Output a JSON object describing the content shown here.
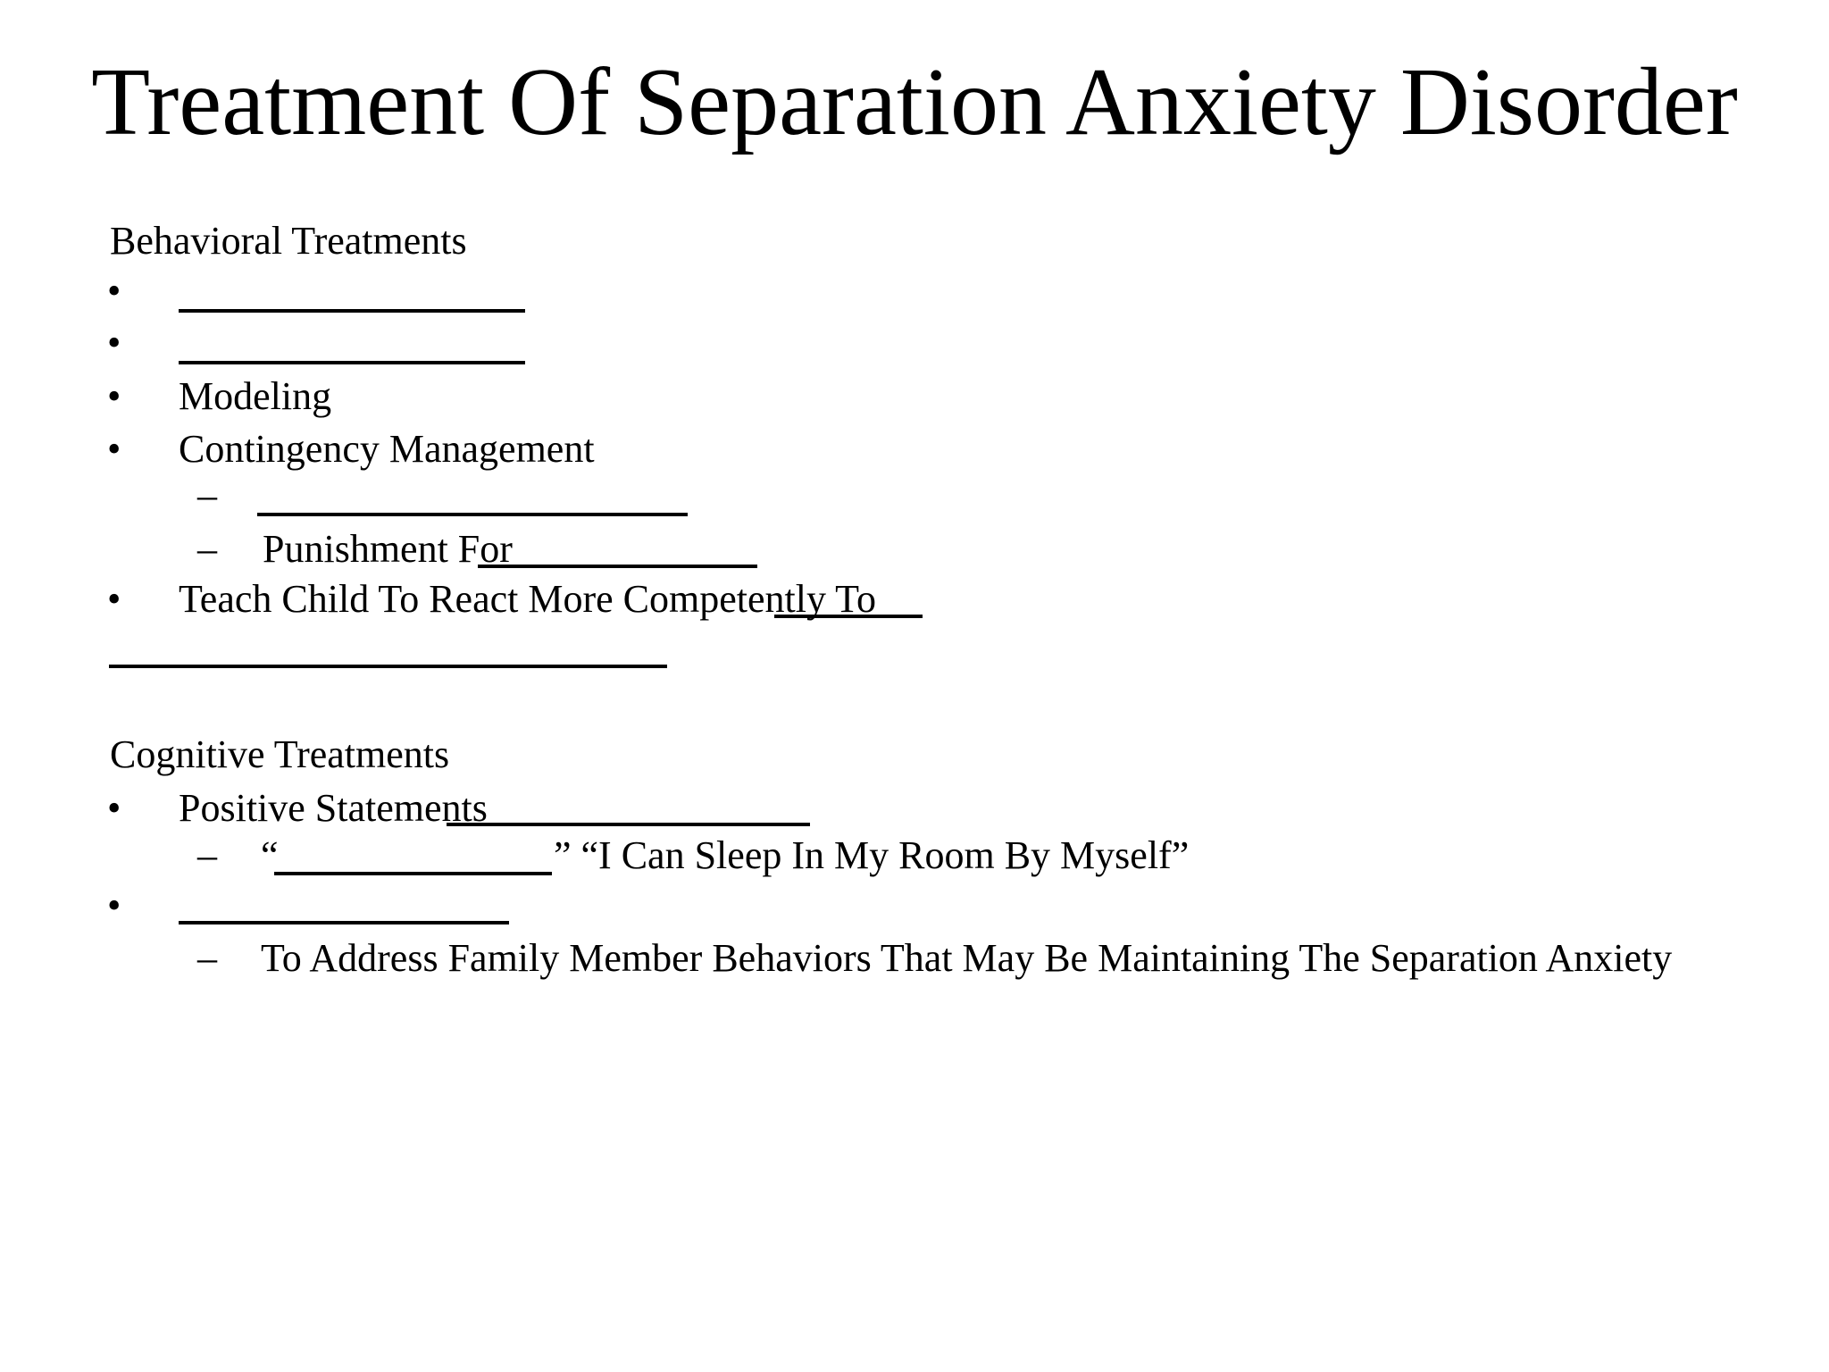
{
  "slide": {
    "title": "Treatment Of Separation Anxiety Disorder",
    "colors": {
      "background": "#ffffff",
      "text": "#000000"
    }
  },
  "markers": {
    "bullet": "•",
    "dash": "–"
  },
  "behavioral": {
    "heading": "Behavioral Treatments",
    "modeling": "Modeling",
    "contingency": "Contingency Management",
    "punishment_prefix": "Punishment For",
    "teach_prefix": "Teach Child To React More Competently To"
  },
  "cognitive": {
    "heading": "Cognitive Treatments",
    "positive_prefix": "Positive Statements",
    "quote_open": "“",
    "quote_close": "”",
    "quote_example": "“I Can Sleep In My Room By Myself”",
    "family_note": "To Address Family Member Behaviors That May Be Maintaining The Separation Anxiety"
  }
}
